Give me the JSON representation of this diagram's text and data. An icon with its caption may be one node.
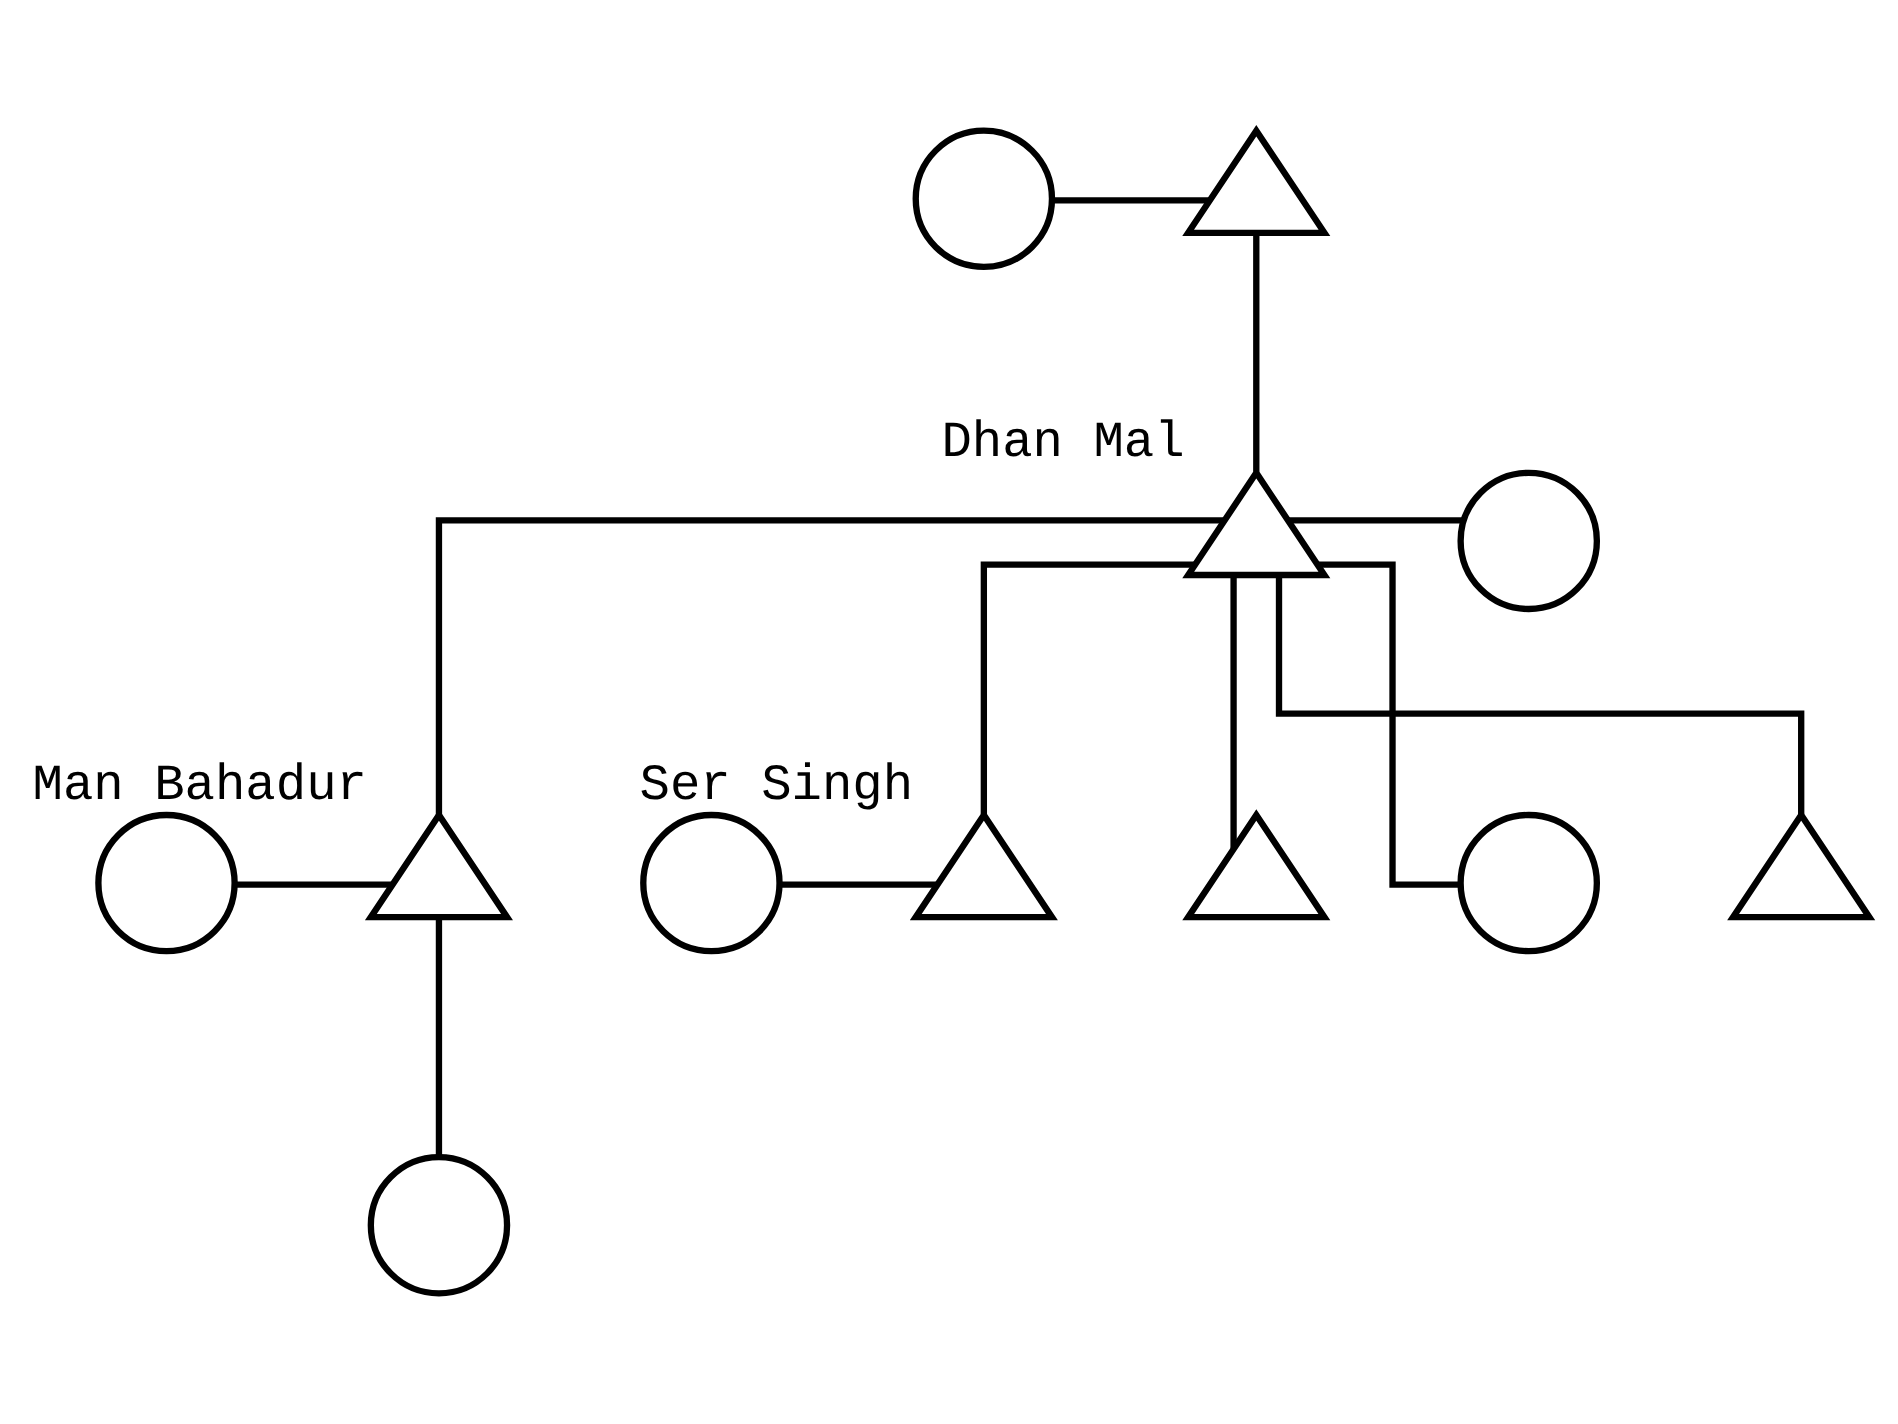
{
  "diagram": {
    "nodes": [
      {
        "text": [],
        "shape": "circle"
      },
      {
        "text": [],
        "shape": "triangle"
      },
      {
        "text": [
          "Dhan Mal"
        ]
      },
      {
        "text": [],
        "shape": "circle"
      },
      {
        "text": [],
        "shape": "circle"
      },
      {
        "text": [
          "Man Bahadur"
        ]
      },
      {
        "text": [],
        "shape": "circle"
      },
      {
        "text": [
          "Ser Singh"
        ]
      },
      {
        "text": [],
        "shape": "triangle"
      },
      {
        "text": [],
        "shape": "circle"
      },
      {
        "text": [],
        "shape": "triangle"
      },
      {
        "text": [],
        "shape": "circle"
      }
    ],
    "edges": [
      {
        "from": 0,
        "to": 1,
        "arrow": "none"
      },
      {
        "from": 1,
        "to": 2,
        "arrow": "none"
      },
      {
        "from": 2,
        "to": 3,
        "arrow": "none"
      },
      {
        "from": 2,
        "to": 5,
        "arrow": "none"
      },
      {
        "from": 2,
        "to": 7,
        "arrow": "none"
      },
      {
        "from": 2,
        "to": 8,
        "arrow": "none"
      },
      {
        "from": 2,
        "to": 9,
        "arrow": "none"
      },
      {
        "from": 2,
        "to": 10,
        "arrow": "none"
      },
      {
        "from": 4,
        "to": 5,
        "arrow": "none"
      },
      {
        "from": 6,
        "to": 7,
        "arrow": "none"
      },
      {
        "from": 5,
        "to": 11,
        "arrow": "none"
      }
    ]
  }
}
